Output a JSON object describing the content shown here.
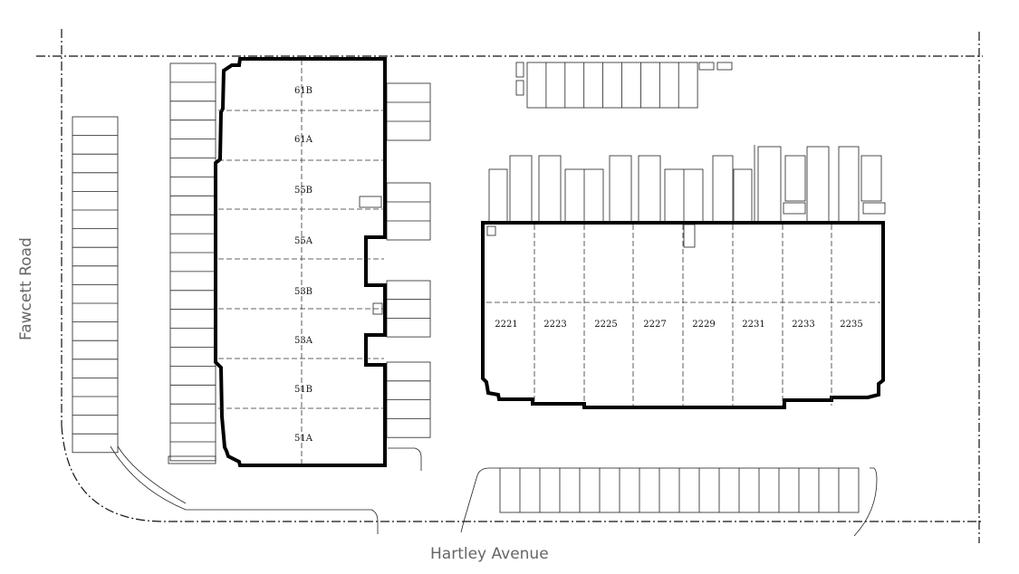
{
  "roads": {
    "west": "Fawcett Road",
    "south": "Hartley Avenue"
  },
  "building_west": {
    "units": [
      "61B",
      "61A",
      "55B",
      "55A",
      "53B",
      "53A",
      "51B",
      "51A"
    ]
  },
  "building_east": {
    "units": [
      "2221",
      "2223",
      "2225",
      "2227",
      "2229",
      "2231",
      "2233",
      "2235"
    ]
  },
  "colors": {
    "outline": "#000000",
    "road_label": "#666666",
    "background": "#ffffff"
  }
}
